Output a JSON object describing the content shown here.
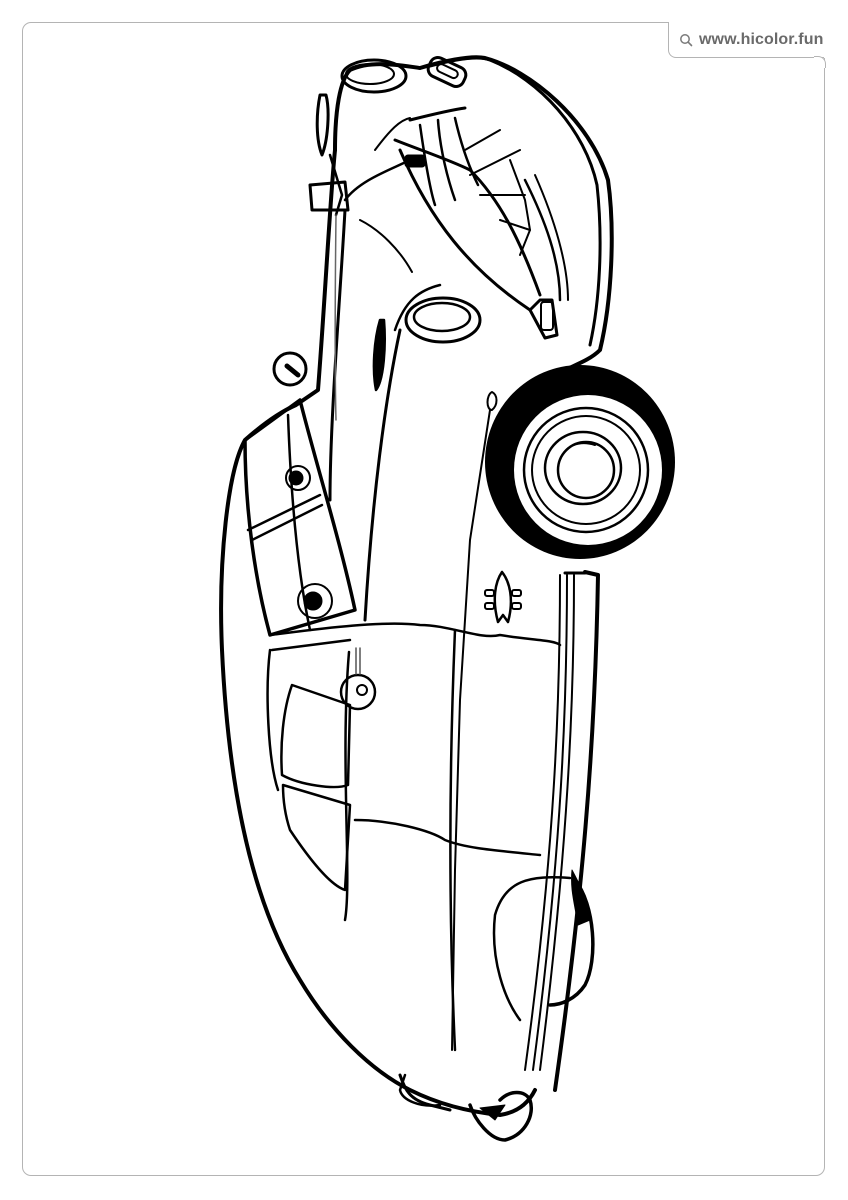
{
  "watermark": {
    "icon": "search-icon",
    "url": "www.hicolor.fun",
    "text_color": "#6a6a6a",
    "border_color": "#b4b4b4"
  },
  "artwork": {
    "type": "coloring-page line drawing",
    "subject": "vintage car (rotated 90°)",
    "line_color": "#000000",
    "background": "#ffffff"
  }
}
